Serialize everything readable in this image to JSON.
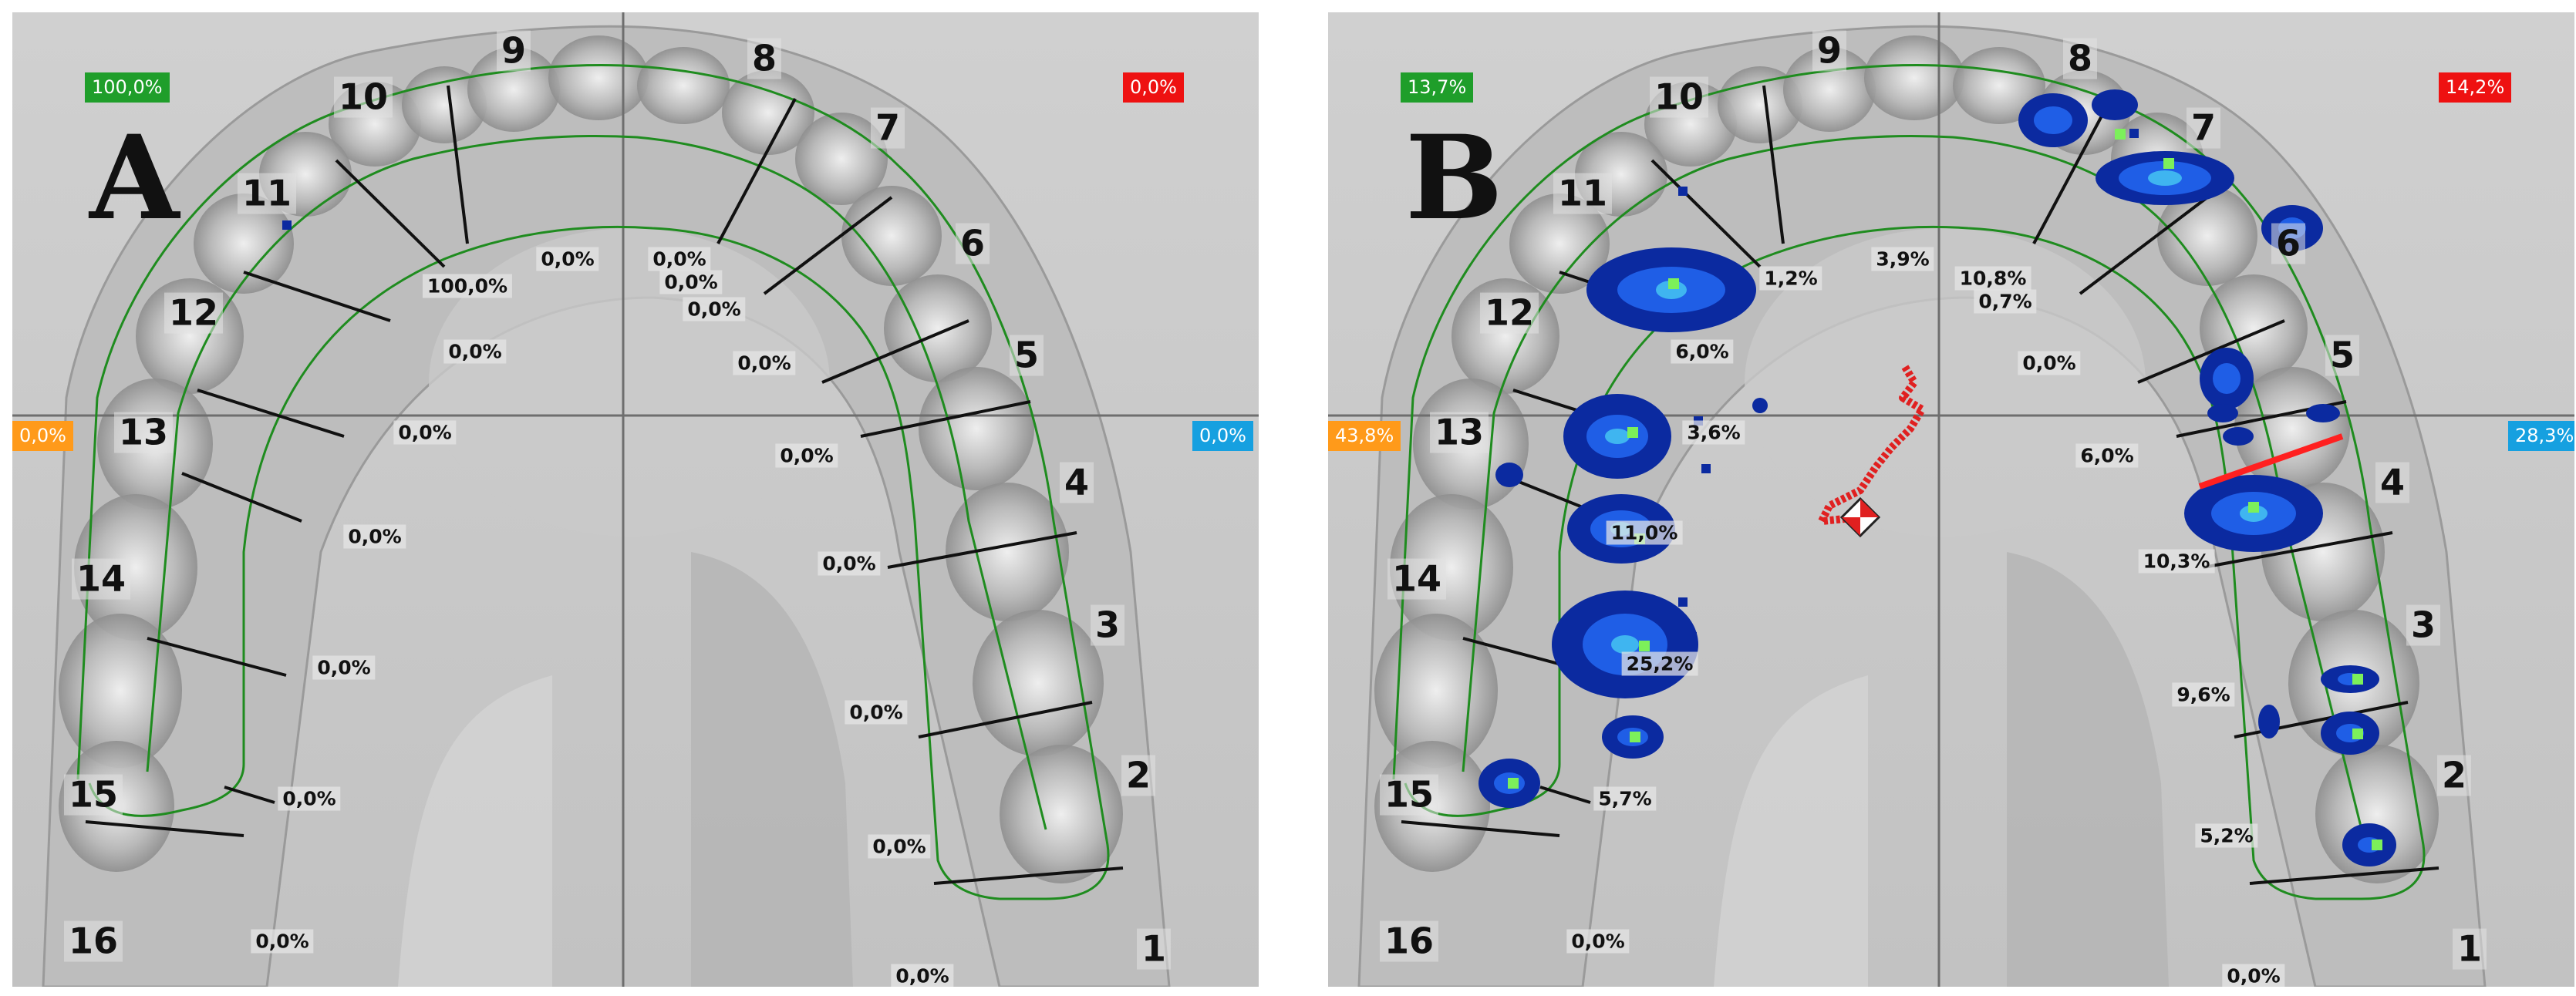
{
  "colors": {
    "arch_curve": "#1f8c1f",
    "segment_line": "#111111",
    "axis_line": "#6e6e6e",
    "badge_top_left": "#1f9e2a",
    "badge_top_right": "#ee1111",
    "badge_left": "#ff9a1a",
    "badge_right": "#16a0e0",
    "pressure_dark": "#0b2aa0",
    "pressure_mid": "#1f5ee6",
    "pressure_light": "#3fb5f0",
    "pressure_peak": "#7cf05a",
    "trajectory": "#e02020",
    "marker_line": "#ff2020"
  },
  "panels": [
    {
      "letter": "A",
      "badges": {
        "top_left": "100,0%",
        "top_right": "0,0%",
        "left": "0,0%",
        "right": "0,0%"
      },
      "teeth": [
        "1",
        "2",
        "3",
        "4",
        "5",
        "6",
        "7",
        "8",
        "9",
        "10",
        "11",
        "12",
        "13",
        "14",
        "15",
        "16"
      ],
      "percents": [
        "0,0%",
        "0,0%",
        "0,0%",
        "0,0%",
        "0,0%",
        "0,0%",
        "0,0%",
        "0,0%",
        "0,0%",
        "0,0%",
        "100,0%",
        "0,0%",
        "0,0%",
        "0,0%",
        "0,0%",
        "0,0%",
        "0,0%"
      ]
    },
    {
      "letter": "B",
      "badges": {
        "top_left": "13,7%",
        "top_right": "14,2%",
        "left": "43,8%",
        "right": "28,3%"
      },
      "teeth": [
        "1",
        "2",
        "3",
        "4",
        "5",
        "6",
        "7",
        "8",
        "9",
        "10",
        "11",
        "12",
        "13",
        "14",
        "15",
        "16"
      ],
      "percents": [
        "0,0%",
        "5,2%",
        "9,6%",
        "10,3%",
        "6,0%",
        "0,0%",
        "0,7%",
        "10,8%",
        "3,9%",
        "1,2%",
        "6,0%",
        "3,6%",
        "11,0%",
        "25,2%",
        "5,7%",
        "0,0%"
      ]
    }
  ]
}
